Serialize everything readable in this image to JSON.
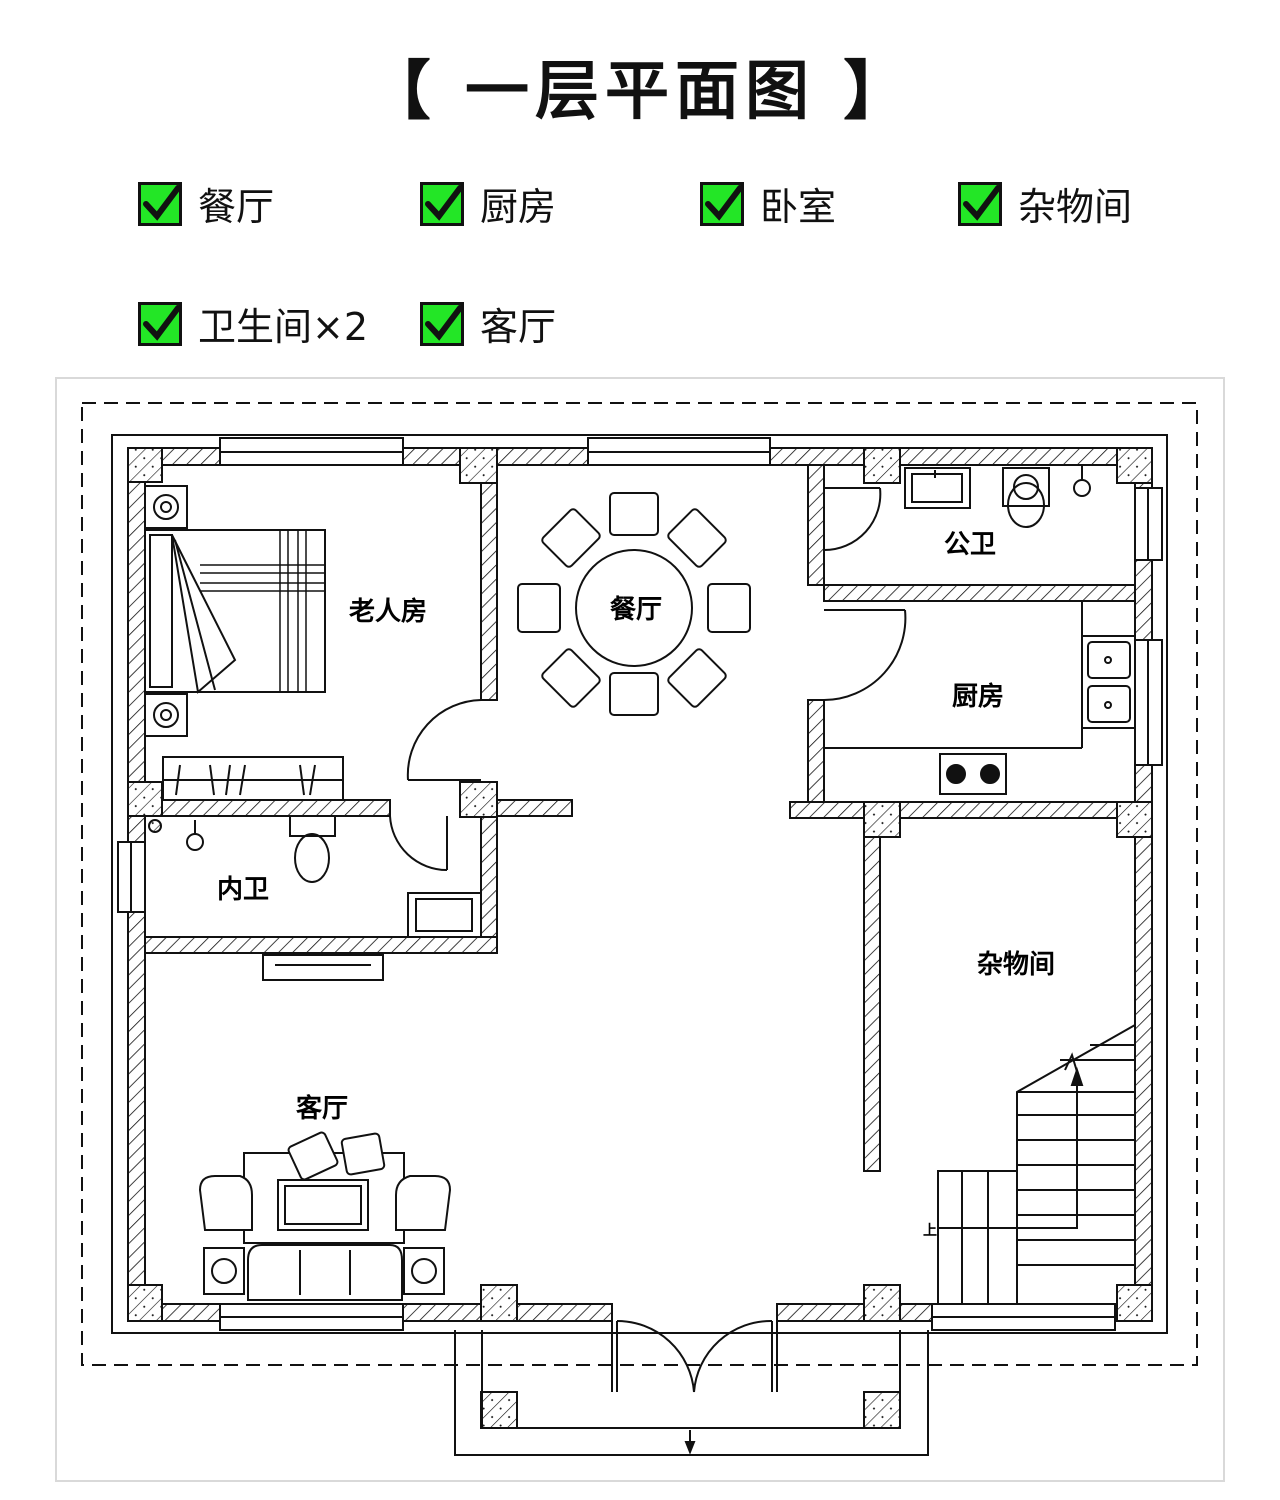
{
  "title": "【 一层平面图 】",
  "features": [
    {
      "label": "餐厅"
    },
    {
      "label": "厨房"
    },
    {
      "label": "卧室"
    },
    {
      "label": "杂物间"
    },
    {
      "label": "卫生间×2"
    },
    {
      "label": "客厅"
    }
  ],
  "rooms": {
    "elder_room": "老人房",
    "dining": "餐厅",
    "public_bath": "公卫",
    "kitchen": "厨房",
    "inner_bath": "内卫",
    "storage": "杂物间",
    "living": "客厅",
    "stair_up": "上"
  },
  "colors": {
    "check": "#23e626",
    "wall_hatch": "#111111"
  },
  "icons": [
    "check-icon",
    "bed-icon",
    "dining-table-icon",
    "toilet-icon",
    "sink-icon",
    "stove-icon",
    "sofa-icon",
    "staircase-icon"
  ]
}
